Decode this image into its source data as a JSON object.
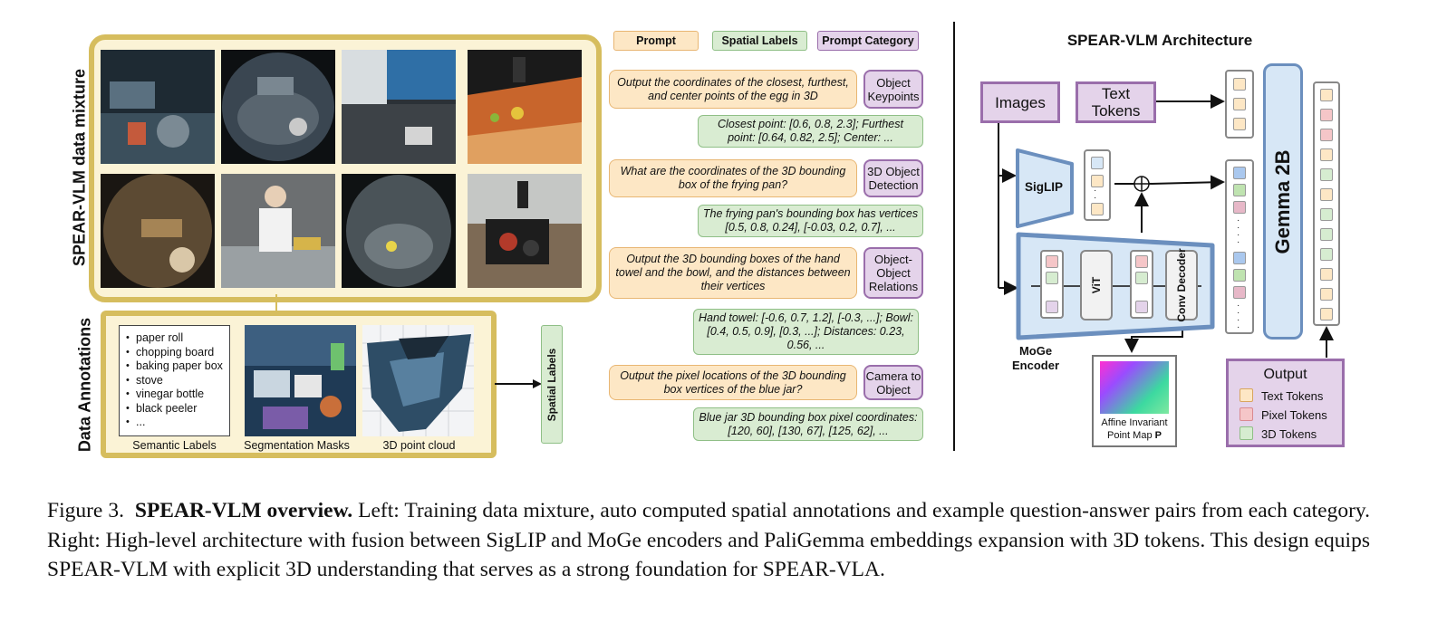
{
  "mixture": {
    "title": "SPEAR-VLM data mixture"
  },
  "annotations": {
    "title": "Data Annotations",
    "semantic_labels": [
      "paper roll",
      "chopping board",
      "baking paper box",
      "stove",
      "vinegar bottle",
      "black peeler",
      "..."
    ],
    "captions": [
      "Semantic Labels",
      "Segmentation Masks",
      "3D point cloud"
    ],
    "output_tag": "Spatial Labels"
  },
  "legend": {
    "prompt": "Prompt",
    "spatial": "Spatial Labels",
    "category": "Prompt Category"
  },
  "qa": [
    {
      "prompt": "Output the coordinates of the closest, furthest, and center points of the egg in 3D",
      "category": "Object Keypoints",
      "answer": "Closest point: [0.6, 0.8, 2.3]; Furthest point: [0.64, 0.82, 2.5]; Center: ..."
    },
    {
      "prompt": "What are the coordinates of the 3D bounding box of the frying pan?",
      "category": "3D Object Detection",
      "answer": "The frying pan's bounding box has vertices [0.5, 0.8, 0.24], [-0.03, 0.2, 0.7], ..."
    },
    {
      "prompt": "Output the 3D bounding boxes of the hand towel and the bowl, and the distances between their vertices",
      "category": "Object-Object Relations",
      "answer": "Hand towel: [-0.6, 0.7, 1.2], [-0.3, ...]; Bowl: [0.4, 0.5, 0.9], [0.3, ...]; Distances: 0.23, 0.56, ..."
    },
    {
      "prompt": "Output the pixel locations of the 3D bounding box vertices of the blue jar?",
      "category": "Camera to Object",
      "answer": "Blue jar 3D bounding box pixel coordinates: [120, 60], [130, 67], [125, 62], ..."
    }
  ],
  "architecture": {
    "title": "SPEAR-VLM Architecture",
    "images": "Images",
    "text_tokens": "Text Tokens",
    "siglip": "SigLIP",
    "vit": "ViT",
    "conv_decoder": "Conv Decoder",
    "moge": "MoGe Encoder",
    "gemma": "Gemma 2B",
    "pointmap": "Affine Invariant Point Map",
    "pointmap_symbol": "P",
    "output_title": "Output",
    "outputs": [
      "Text Tokens",
      "Pixel Tokens",
      "3D Tokens"
    ]
  },
  "colors": {
    "text_token": "#fde7c5",
    "pixel_token": "#f5c6c8",
    "token_3d": "#d6ecd0",
    "vision_token": "#d7e7f6",
    "depth_token": "#e4d3ea",
    "frame_gold": "#d6bd5e",
    "encoder_blue": "#6b8fbe"
  },
  "caption": {
    "label": "Figure 3.",
    "bold": "SPEAR-VLM overview.",
    "text": "Left: Training data mixture, auto computed spatial annotations and example question-answer pairs from each category. Right: High-level architecture with fusion between SigLIP and MoGe encoders and PaliGemma embeddings expansion with 3D tokens. This design equips SPEAR-VLM with explicit 3D understanding that serves as a strong foundation for SPEAR-VLA."
  }
}
